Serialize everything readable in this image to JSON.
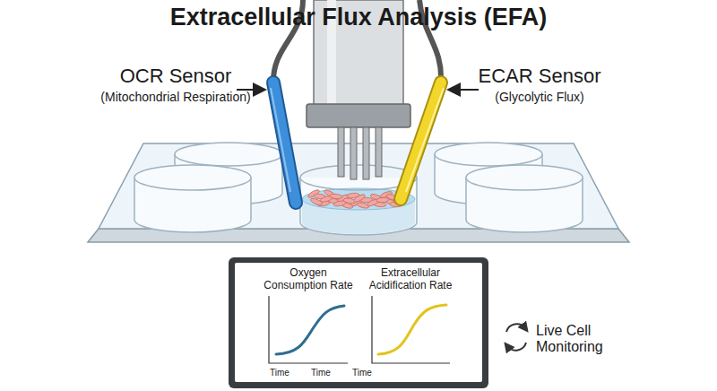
{
  "diagram": {
    "title": "Extracellular Flux Analysis (EFA)",
    "labels": [
      "OCR Sensor",
      "(Mitochondrial Respiration)",
      "ECAR Sensor",
      "(Glycolytic Flux)",
      "Oxygen Consumption Rate",
      "Extracellular Acidification Rate",
      "Time",
      "Time",
      "Time",
      "Live Cell Monitoring"
    ]
  }
}
